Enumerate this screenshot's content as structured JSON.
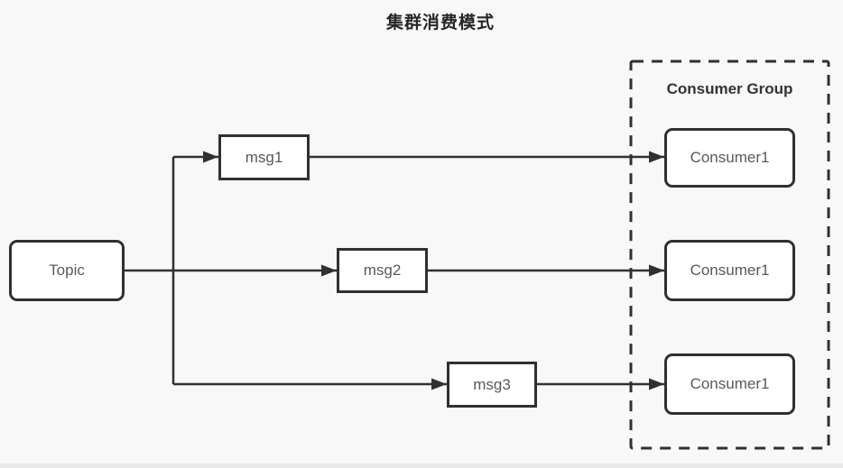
{
  "title": "集群消费模式",
  "group": {
    "label": "Consumer Group"
  },
  "nodes": {
    "topic": {
      "label": "Topic"
    },
    "msg1": {
      "label": "msg1"
    },
    "msg2": {
      "label": "msg2"
    },
    "msg3": {
      "label": "msg3"
    },
    "consumer1": {
      "label": "Consumer1"
    },
    "consumer2": {
      "label": "Consumer1"
    },
    "consumer3": {
      "label": "Consumer1"
    }
  },
  "edges": [
    {
      "from": "Topic",
      "to": "msg1"
    },
    {
      "from": "Topic",
      "to": "msg2"
    },
    {
      "from": "Topic",
      "to": "msg3"
    },
    {
      "from": "msg1",
      "to": "Consumer1"
    },
    {
      "from": "msg2",
      "to": "Consumer1"
    },
    {
      "from": "msg3",
      "to": "Consumer1"
    }
  ],
  "colors": {
    "background": "#f8f8f8",
    "line": "#303030",
    "box_border": "#303030",
    "box_fill": "#ffffff",
    "box_text": "#595959",
    "heading_text": "#262626",
    "group_label_text": "#333333",
    "bottom_strip": "#e9e9e9"
  }
}
